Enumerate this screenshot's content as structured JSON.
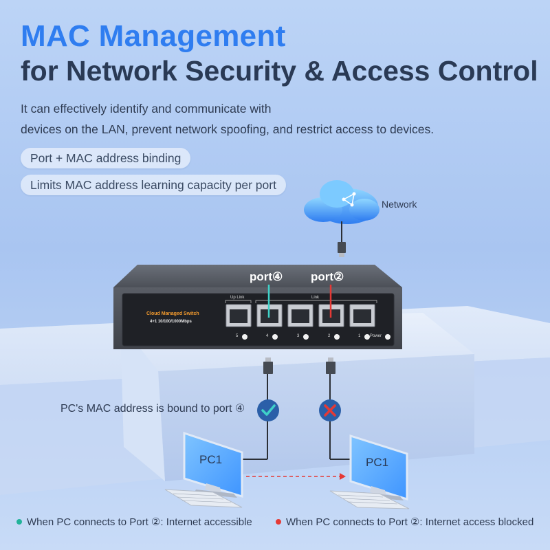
{
  "header": {
    "title": "MAC Management",
    "subtitle": "for Network Security & Access Control",
    "description_line1": "It can effectively identify and communicate with",
    "description_line2": "devices on the LAN, prevent network spoofing, and restrict access to devices."
  },
  "features": [
    "Port + MAC address binding",
    "Limits MAC address learning capacity per port"
  ],
  "diagram": {
    "network_label": "Network",
    "port4_label": "port④",
    "port2_label": "port②",
    "switch": {
      "model_title": "Cloud Managed Switch",
      "speed": "4+1 10/100/1000Mbps",
      "uplink_label": "Up Link",
      "link_label": "Link",
      "power_label": "Power",
      "port_numbers": [
        "5",
        "4",
        "3",
        "2",
        "1"
      ]
    },
    "bind_label": "PC's MAC address is bound to port ④",
    "pc_left": "PC1",
    "pc_right": "PC1",
    "status_allowed_icon": "check-icon",
    "status_blocked_icon": "cross-icon"
  },
  "legend": {
    "allowed": "When PC connects to Port ②: Internet accessible",
    "blocked": "When PC connects to Port ②: Internet access blocked"
  },
  "colors": {
    "accent": "#2f7df0",
    "allowed_line": "#3fd1c8",
    "blocked_line": "#e53935",
    "allowed_dot": "#22b39a",
    "blocked_dot": "#e53935"
  }
}
